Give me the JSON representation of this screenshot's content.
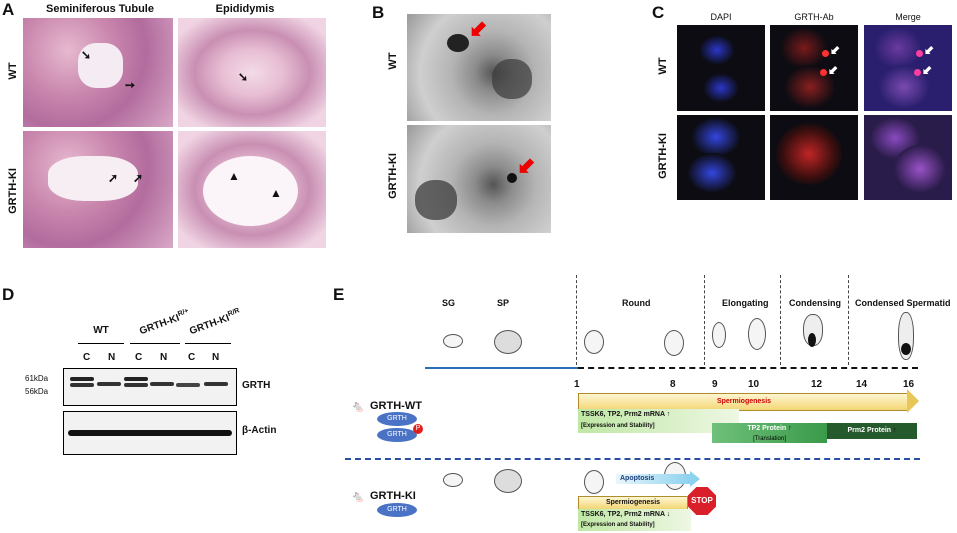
{
  "panel_labels": {
    "a": "A",
    "b": "B",
    "c": "C",
    "d": "D",
    "e": "E"
  },
  "panel_a": {
    "col1": "Seminiferous Tubule",
    "col2": "Epididymis",
    "row1": "WT",
    "row2": "GRTH-KI"
  },
  "panel_b": {
    "row1": "WT",
    "row2": "GRTH-KI"
  },
  "panel_c": {
    "col1": "DAPI",
    "col2": "GRTH-Ab",
    "col3": "Merge",
    "row1": "WT",
    "row2": "GRTH-KI"
  },
  "panel_d": {
    "group1": "WT",
    "group2": "GRTH-KI",
    "group2_sup": "R/+",
    "group3": "GRTH-KI",
    "group3_sup": "R/R",
    "lanes": [
      "C",
      "N",
      "C",
      "N",
      "C",
      "N"
    ],
    "mw1": "61kDa",
    "mw2": "56kDa",
    "protein1": "GRTH",
    "protein2": "β-Actin"
  },
  "panel_e": {
    "stages": [
      "SG",
      "SP",
      "Round",
      "Elongating",
      "Condensing",
      "Condensed Spermatid"
    ],
    "ticks": [
      "1",
      "8",
      "9",
      "10",
      "12",
      "14",
      "16"
    ],
    "wt_label": "GRTH-WT",
    "ki_label": "GRTH-KI",
    "grth": "GRTH",
    "p": "P",
    "spermiogenesis": "Spermiogenesis",
    "mrna": "TSSK6, TP2, Prm2 mRNA",
    "mrna_note": "[Expression and Stability]",
    "tp2": "TP2 Protein",
    "tp2_note": "[Translation]",
    "prm2": "Prm2 Protein",
    "apoptosis": "Apoptosis",
    "stop": "STOP",
    "up": "↑",
    "down": "↓"
  }
}
